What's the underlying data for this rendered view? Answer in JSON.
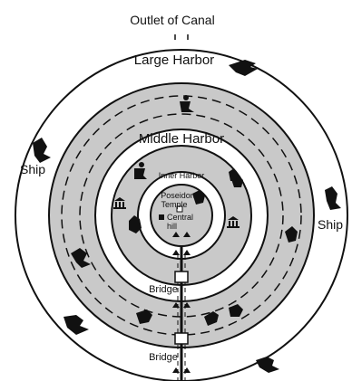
{
  "labels": {
    "outlet": "Outlet of Canal",
    "large_harbor": "Large Harbor",
    "middle_harbor": "Middle Harbor",
    "inner_harbor": "Inner Harbor",
    "poseidon_temple_line1": "Poseidon",
    "poseidon_temple_line2": "Temple",
    "central_hill_line1": "Central",
    "central_hill_line2": "hill",
    "ship_left": "Ship",
    "ship_right": "Ship",
    "bridge_upper": "Bridge",
    "bridge_lower": "Bridge"
  },
  "colors": {
    "land": "#c9c9c9",
    "water": "#ffffff",
    "ink": "#111111"
  },
  "icons": {
    "ship": "ship-icon",
    "temple": "temple-icon",
    "chariot": "chariot-icon",
    "figure": "figure-icon",
    "tower": "tower-icon"
  }
}
